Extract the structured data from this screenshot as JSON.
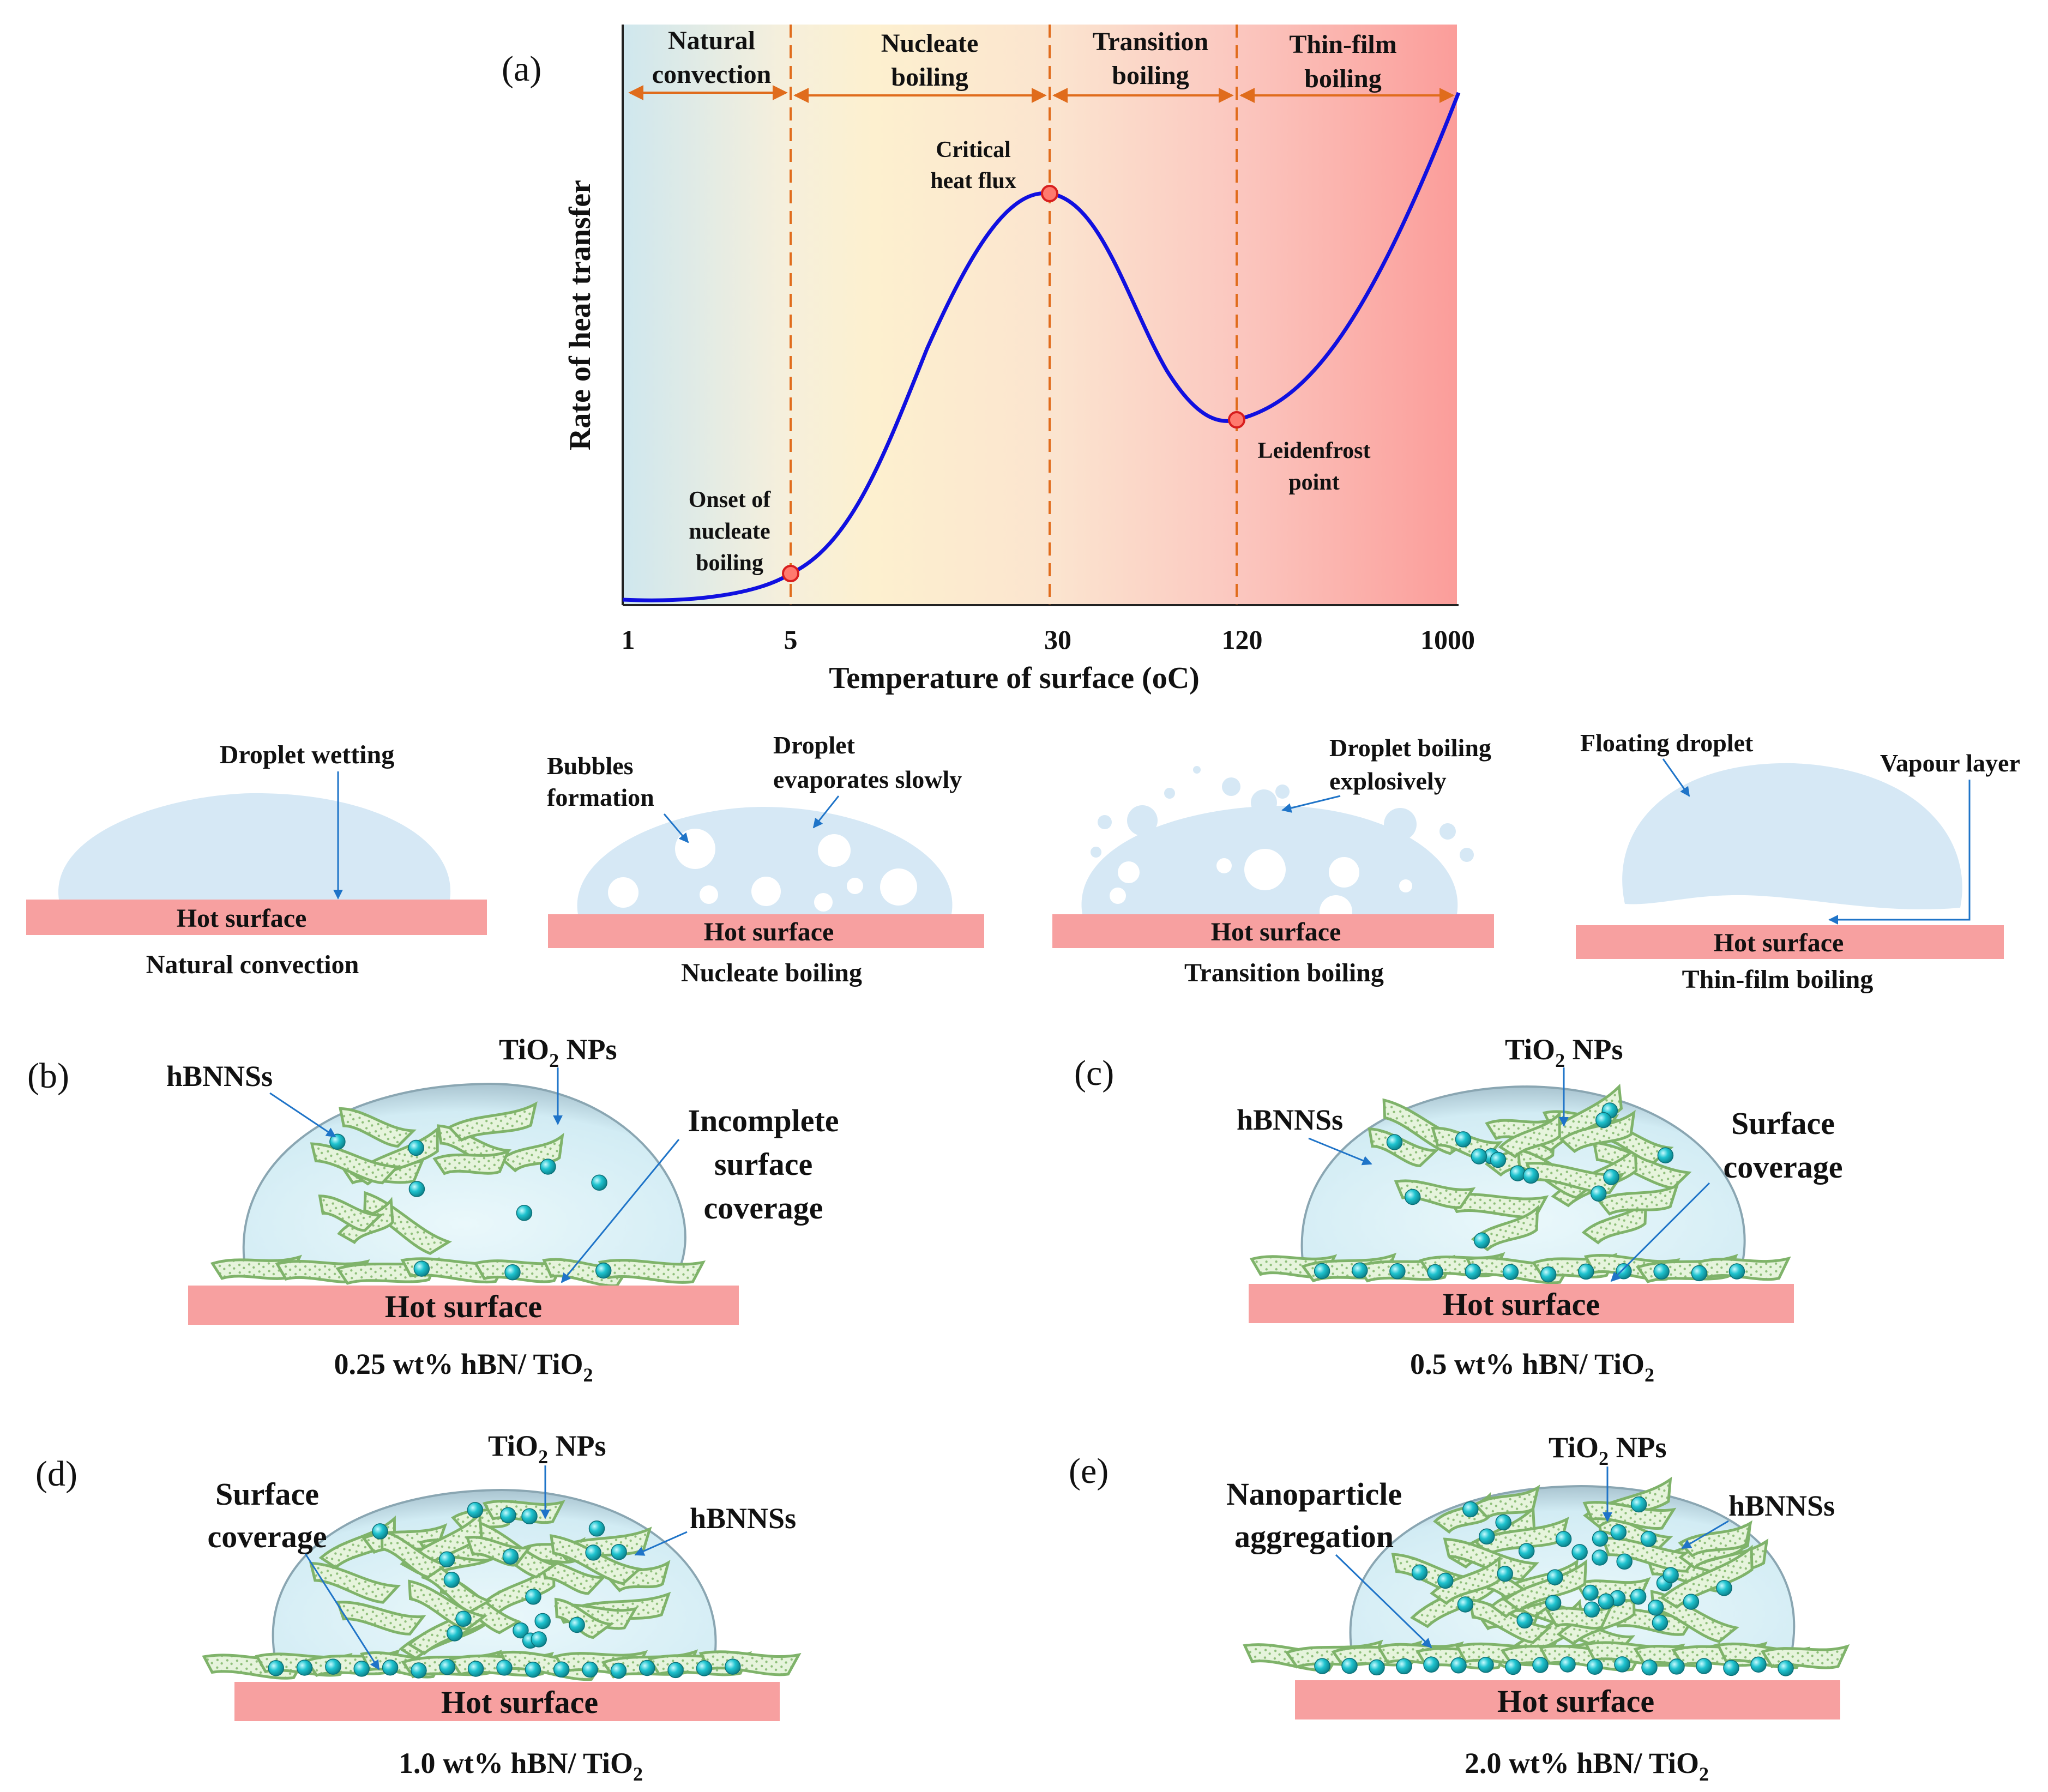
{
  "colors": {
    "curve": "#1010e0",
    "regime_divider": "#e06c1c",
    "marker_fill": "#ff7a6e",
    "marker_stroke": "#d81e1e",
    "hot_surface": "#f7a0a0",
    "droplet": "#d6e8f5",
    "bubble": "#ffffff",
    "nanosheet": "#93c47d",
    "nanoparticle": "#17b8c4",
    "pointer": "#1f74c8"
  },
  "panels": {
    "a": "(a)",
    "b": "(b)",
    "c": "(c)",
    "d": "(d)",
    "e": "(e)"
  },
  "chart_data": {
    "type": "line",
    "ylabel": "Rate of heat transfer",
    "xlabel": "Temperature of surface (oC)",
    "x_ticks": [
      "1",
      "5",
      "30",
      "120",
      "1000"
    ],
    "regimes": [
      {
        "line1": "Natural",
        "line2": "convection"
      },
      {
        "line1": "Nucleate",
        "line2": "boiling"
      },
      {
        "line1": "Transition",
        "line2": "boiling"
      },
      {
        "line1": "Thin-film",
        "line2": "boiling"
      }
    ],
    "points": [
      {
        "id": "onb",
        "lines": [
          "Onset of",
          "nucleate",
          "boiling"
        ]
      },
      {
        "id": "chf",
        "lines": [
          "Critical",
          "heat flux"
        ]
      },
      {
        "id": "leid",
        "lines": [
          "Leidenfrost",
          "point"
        ]
      }
    ]
  },
  "droplets": {
    "natural": {
      "pointer": "Droplet wetting",
      "surface": "Hot surface",
      "caption": "Natural convection"
    },
    "nucleate": {
      "pointer1_l1": "Bubbles",
      "pointer1_l2": "formation",
      "pointer2_l1": "Droplet",
      "pointer2_l2": "evaporates slowly",
      "surface": "Hot surface",
      "caption": "Nucleate boiling"
    },
    "transition": {
      "pointer_l1": "Droplet boiling",
      "pointer_l2": "explosively",
      "surface": "Hot surface",
      "caption": "Transition boiling"
    },
    "thinfilm": {
      "pointer1": "Floating droplet",
      "pointer2": "Vapour layer",
      "surface": "Hot surface",
      "caption": "Thin-film boiling"
    }
  },
  "coatings": {
    "b": {
      "sheets": "hBNNSs",
      "tio2": "TiO",
      "sub": "2",
      "nps": " NPs",
      "note_l1": "Incomplete",
      "note_l2": "surface",
      "note_l3": "coverage",
      "surface": "Hot surface",
      "caption_pre": "0.25 wt% hBN/ TiO",
      "caption_sub": "2"
    },
    "c": {
      "sheets": "hBNNSs",
      "tio2": "TiO",
      "sub": "2",
      "nps": " NPs",
      "note_l1": "Surface",
      "note_l2": "coverage",
      "surface": "Hot surface",
      "caption_pre": "0.5 wt% hBN/ TiO",
      "caption_sub": "2"
    },
    "d": {
      "sheets": "hBNNSs",
      "tio2": "TiO",
      "sub": "2",
      "nps": " NPs",
      "note_l1": "Surface",
      "note_l2": "coverage",
      "surface": "Hot surface",
      "caption_pre": "1.0 wt% hBN/ TiO",
      "caption_sub": "2"
    },
    "e": {
      "sheets": "hBNNSs",
      "tio2": "TiO",
      "sub": "2",
      "nps": " NPs",
      "note_l1": "Nanoparticle",
      "note_l2": "aggregation",
      "surface": "Hot surface",
      "caption_pre": "2.0 wt% hBN/ TiO",
      "caption_sub": "2"
    }
  }
}
